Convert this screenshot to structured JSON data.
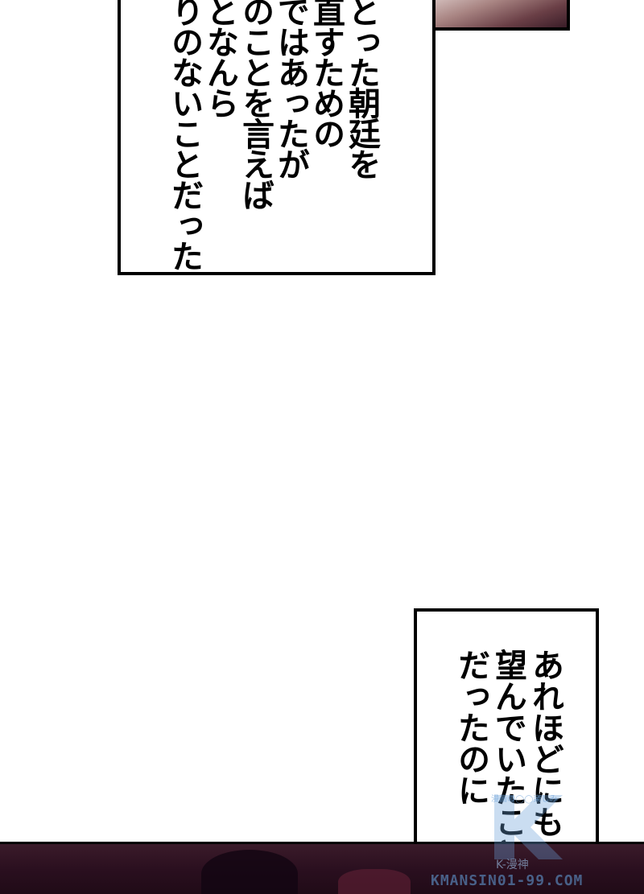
{
  "panels": {
    "caption_top": {
      "lines": [
        "とった朝廷を",
        "直すための",
        "ではあったが",
        "のことを言えば",
        "となんら",
        "りのないことだった"
      ]
    },
    "caption_bottom": {
      "lines": [
        "あれほどにも",
        "望んでいたこと",
        "だったのに"
      ]
    }
  },
  "watermark": {
    "tagline": "漫画の◯◯楽しみ",
    "brand": "K-漫神",
    "url": "KMANSIN01-99.COM"
  }
}
